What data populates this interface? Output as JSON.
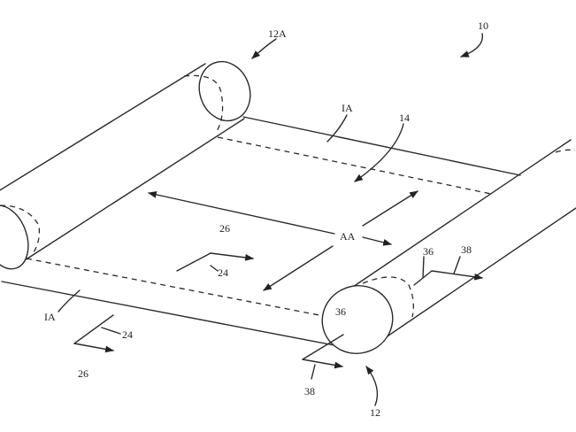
{
  "labels": {
    "device": "10",
    "roller_top": "12A",
    "roller_bottom": "12",
    "inactive_top": "IA",
    "inactive_bottom": "IA",
    "display": "14",
    "active_area": "AA",
    "dir_26_a": "26",
    "dir_24_a": "24",
    "dir_24_b": "24",
    "dir_26_b": "26",
    "axis_36_a": "36",
    "axis_38_a": "38",
    "axis_36_b": "36",
    "axis_38_b": "38"
  }
}
